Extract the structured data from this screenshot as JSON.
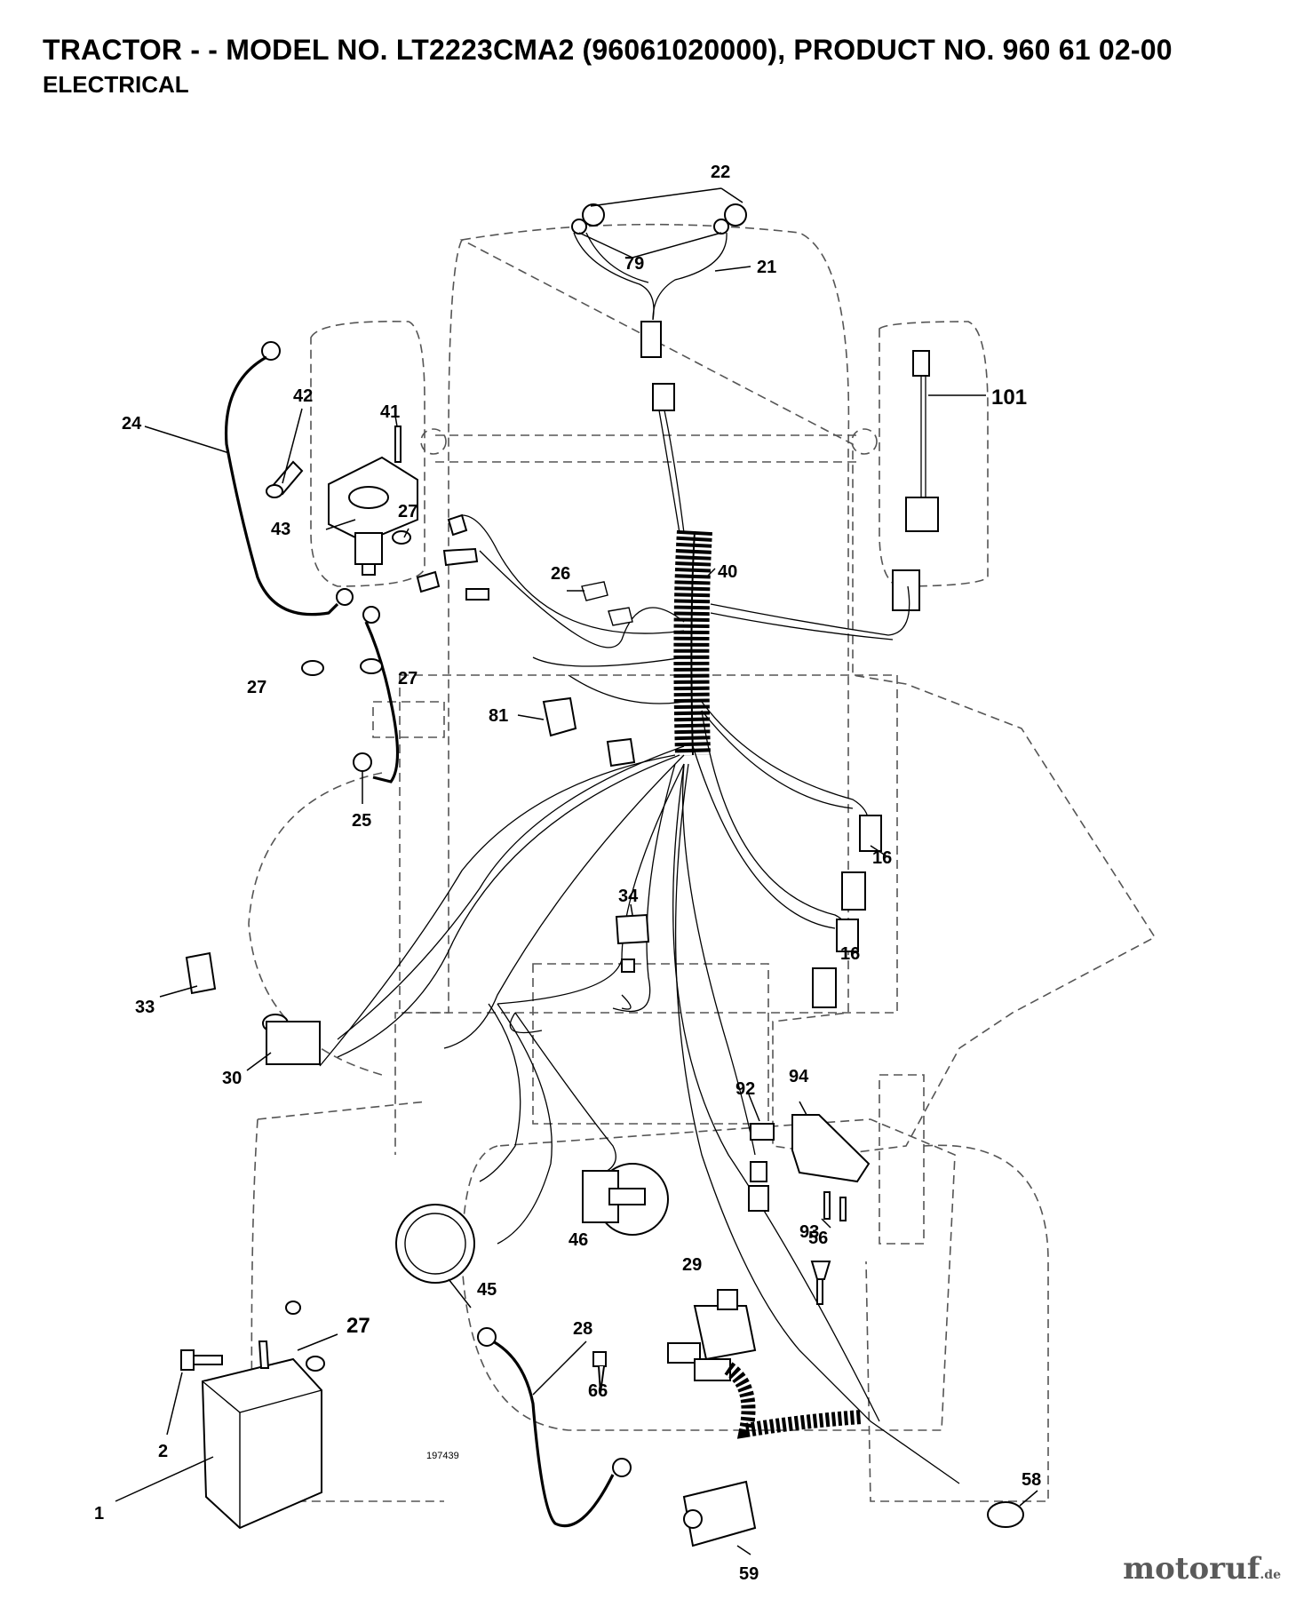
{
  "header": {
    "title": "TRACTOR - - MODEL NO. LT2223CMA2 (96061020000), PRODUCT NO. 960 61 02-00",
    "section": "ELECTRICAL"
  },
  "diagram": {
    "drawing_number": "197439",
    "callouts": [
      "22",
      "79",
      "21",
      "101",
      "24",
      "42",
      "41",
      "43",
      "27",
      "40",
      "26",
      "81",
      "25",
      "16",
      "34",
      "33",
      "30",
      "92",
      "94",
      "46",
      "93",
      "56",
      "29",
      "45",
      "28",
      "66",
      "2",
      "1",
      "58",
      "59"
    ]
  },
  "watermark": {
    "text": "motoruf",
    "suffix": ".de"
  }
}
